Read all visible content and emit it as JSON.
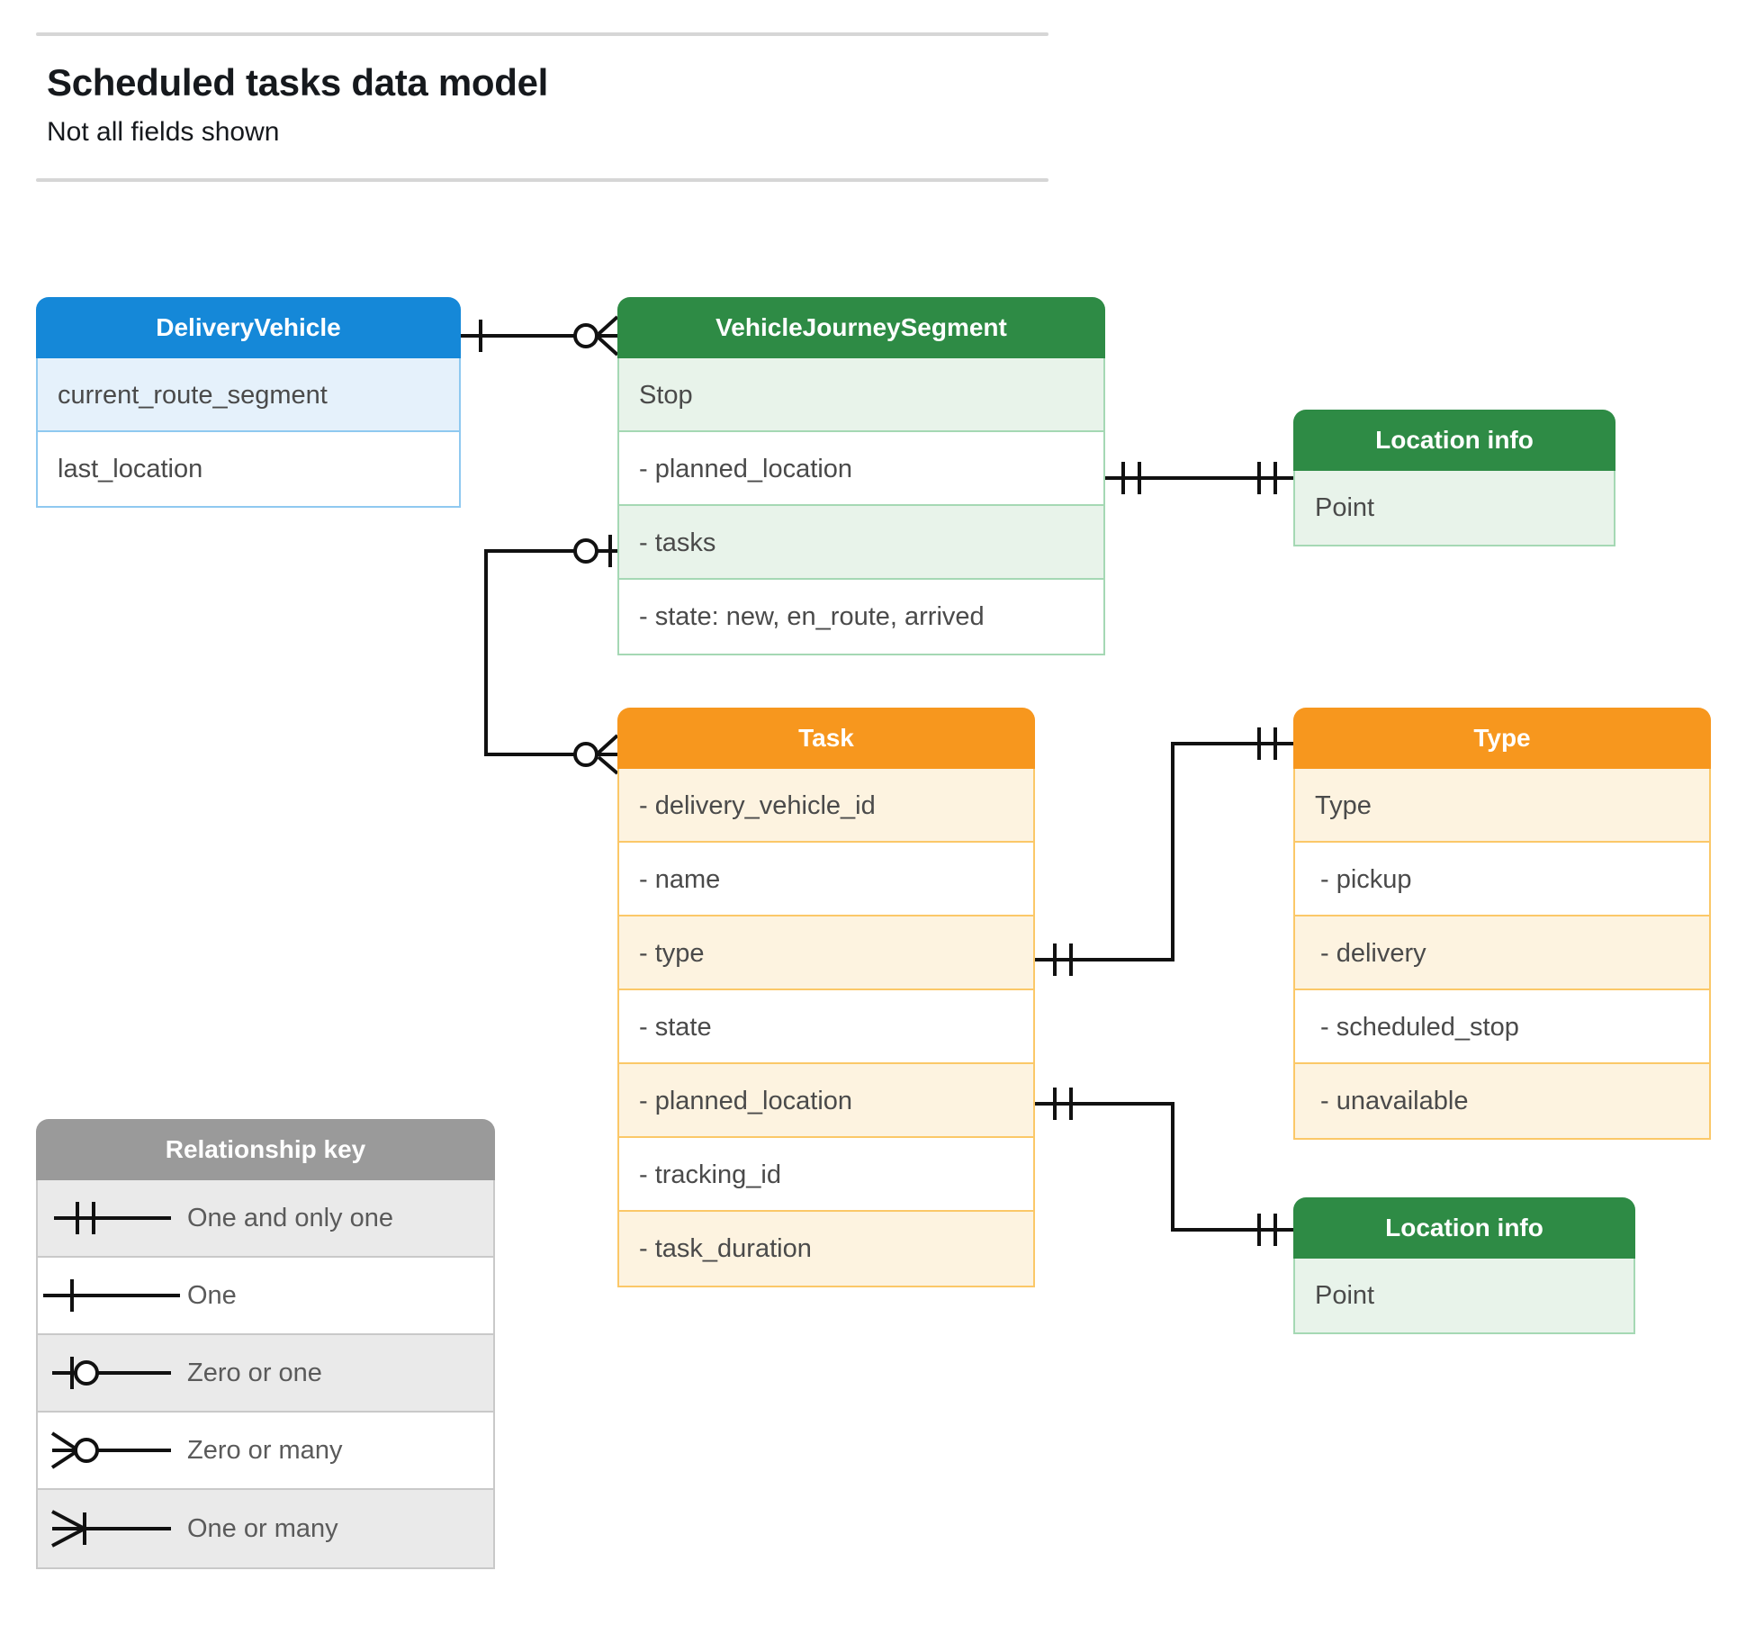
{
  "header": {
    "title": "Scheduled tasks data model",
    "subtitle": "Not all fields shown"
  },
  "entities": {
    "delivery_vehicle": {
      "title": "DeliveryVehicle",
      "color": "#1588d8",
      "rows": [
        "current_route_segment",
        "last_location"
      ]
    },
    "vehicle_journey_segment": {
      "title": "VehicleJourneySegment",
      "color": "#2e8b45",
      "rows": [
        "Stop",
        "-  planned_location",
        "- tasks",
        "- state: new, en_route, arrived"
      ]
    },
    "location_info_top": {
      "title": "Location info",
      "color": "#2e8b45",
      "rows": [
        "Point"
      ]
    },
    "task": {
      "title": "Task",
      "color": "#f7971e",
      "rows": [
        "- delivery_vehicle_id",
        "- name",
        "- type",
        "- state",
        "- planned_location",
        "- tracking_id",
        "- task_duration"
      ]
    },
    "type": {
      "title": "Type",
      "color": "#f7971e",
      "rows": [
        "Type",
        "-  pickup",
        "-  delivery",
        "-  scheduled_stop",
        "-  unavailable"
      ]
    },
    "location_info_bottom": {
      "title": "Location info",
      "color": "#2e8b45",
      "rows": [
        "Point"
      ]
    }
  },
  "legend": {
    "title": "Relationship key",
    "items": [
      {
        "symbol": "one-and-only-one",
        "label": "One and only one"
      },
      {
        "symbol": "one",
        "label": "One"
      },
      {
        "symbol": "zero-or-one",
        "label": "Zero or one"
      },
      {
        "symbol": "zero-or-many",
        "label": "Zero or many"
      },
      {
        "symbol": "one-or-many",
        "label": "One or many"
      }
    ]
  },
  "relationships": [
    {
      "from": "DeliveryVehicle",
      "from_card": "one",
      "to": "VehicleJourneySegment",
      "to_card": "zero-or-many"
    },
    {
      "from": "VehicleJourneySegment.tasks",
      "from_card": "zero-or-one",
      "to": "Task",
      "to_card": "zero-or-many"
    },
    {
      "from": "VehicleJourneySegment.planned_location",
      "from_card": "one-and-only-one",
      "to": "Location info",
      "to_card": "one-and-only-one"
    },
    {
      "from": "Task.type",
      "from_card": "one-and-only-one",
      "to": "Type",
      "to_card": "one-and-only-one"
    },
    {
      "from": "Task.planned_location",
      "from_card": "one-and-only-one",
      "to": "Location info",
      "to_card": "one-and-only-one"
    }
  ]
}
